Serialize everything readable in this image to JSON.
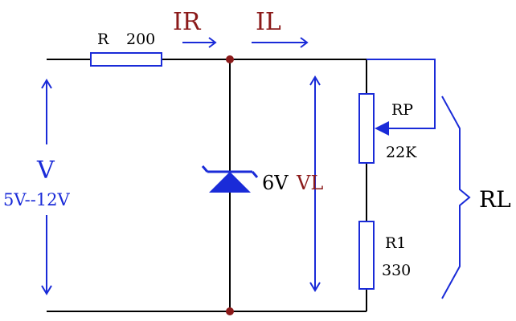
{
  "colors": {
    "wire": "#000000",
    "blue": "#1a2bd8",
    "dark_red": "#8b1a1a",
    "node": "#8b1a1a",
    "text": "#000000"
  },
  "labels": {
    "resistor_r": "R",
    "resistor_r_value": "200",
    "current_ir": "IR",
    "current_il": "IL",
    "voltage_v": "V",
    "voltage_range": "5V--12V",
    "zener_voltage": "6V",
    "load_voltage": "VL",
    "pot_name": "RP",
    "pot_value": "22K",
    "r1_name": "R1",
    "r1_value": "330",
    "load_name": "RL"
  },
  "icons": {
    "zener": "zener-diode-icon",
    "arrow": "arrow-icon",
    "node": "junction-dot-icon"
  }
}
